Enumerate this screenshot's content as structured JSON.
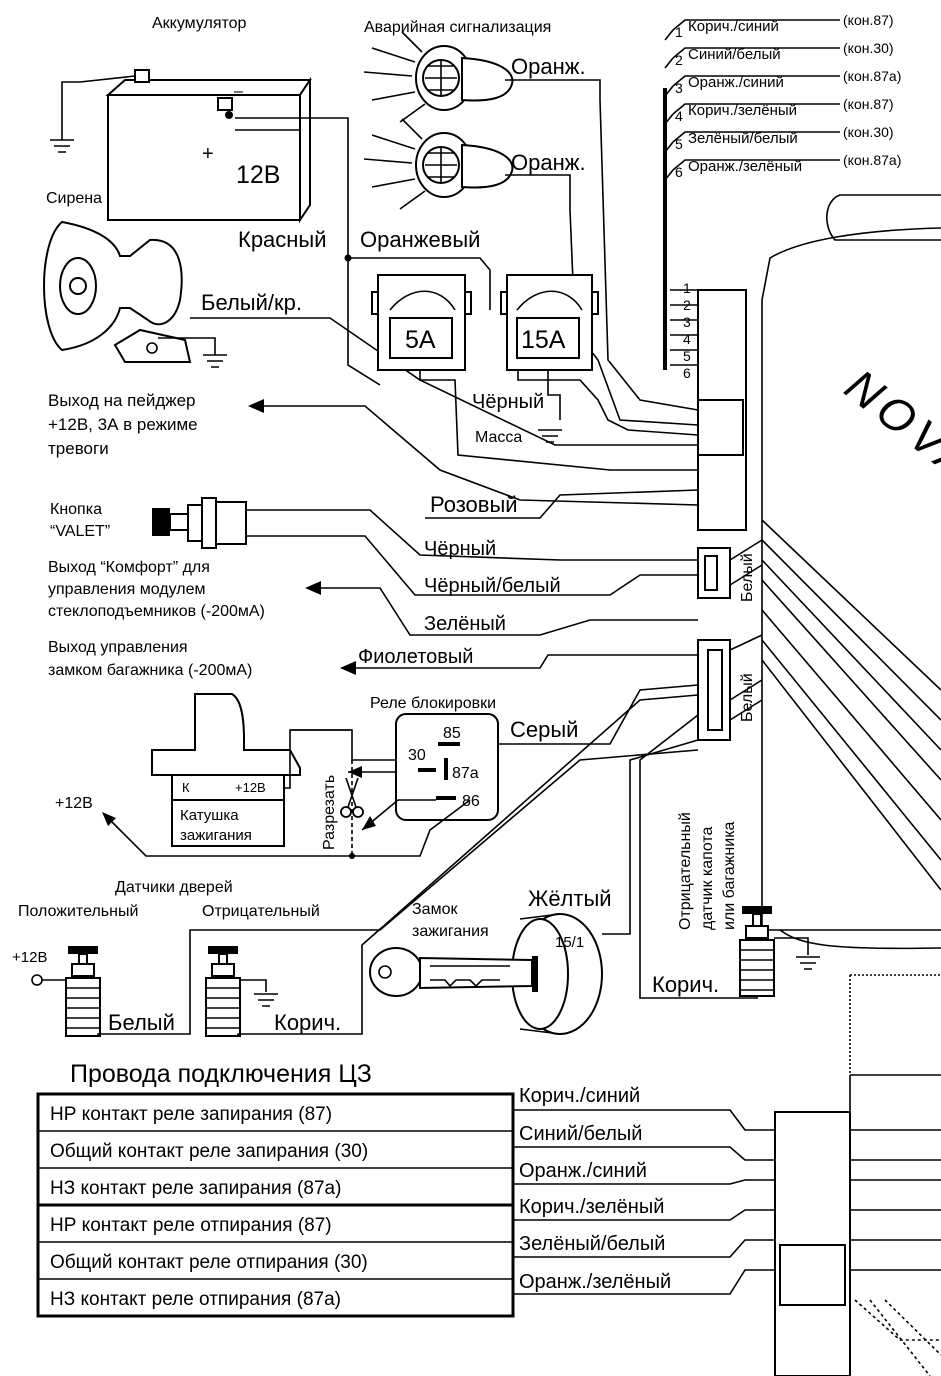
{
  "labels": {
    "battery": "Аккумулятор",
    "battery_voltage": "12В",
    "battery_plus": "+",
    "battery_minus": "–",
    "hazard": "Аварийная сигнализация",
    "hazard_wire_1": "Оранж.",
    "hazard_wire_2": "Оранж.",
    "siren": "Сирена",
    "red": "Красный",
    "orange": "Оранжевый",
    "siren_wire": "Белый/кр.",
    "fuse_5": "5A",
    "fuse_15": "15A",
    "black_main": "Чёрный",
    "ground": "Масса",
    "pager_out": [
      "Выход на пейджер",
      "+12В, 3А  в режиме",
      "тревоги"
    ],
    "pink": "Розовый",
    "valet": [
      "Кнопка",
      "“VALET”"
    ],
    "black": "Чёрный",
    "black_white": "Чёрный/белый",
    "comfort_out": [
      "Выход “Комфорт” для",
      "управления модулем",
      "стеклоподъемников (-200мА)"
    ],
    "green": "Зелёный",
    "trunk_out": [
      "Выход управления",
      "замком багажника (-200мА)"
    ],
    "violet": "Фиолетовый",
    "block_relay": "Реле блокировки",
    "gray": "Серый",
    "relay_pins": [
      "85",
      "30",
      "87a",
      "86"
    ],
    "coil_k": "К",
    "coil_12v": "+12В",
    "coil": [
      "Катушка",
      "зажигания"
    ],
    "cut": "Разрезать",
    "plus12": "+12В",
    "door_sensors": "Датчики дверей",
    "positive": "Положительный",
    "negative": "Отрицательный",
    "plus12_door": "+12В",
    "white_door": "Белый",
    "brown_door": "Корич.",
    "ign_switch": [
      "Замок",
      "зажигания"
    ],
    "yellow": "Жёлтый",
    "ign_pin": "15/1",
    "hood_sensor": [
      "Отрицательный",
      "датчик капота",
      "или багажника"
    ],
    "brown_hood": "Корич.",
    "white_conn1": "Белый",
    "white_conn2": "Белый",
    "unit_logo": "NOVA"
  },
  "cz_pins": [
    {
      "num": "1",
      "color": "Корич./синий",
      "contact": "(кон.87)"
    },
    {
      "num": "2",
      "color": "Синий/белый",
      "contact": "(кон.30)"
    },
    {
      "num": "3",
      "color": "Оранж./синий",
      "contact": "(кон.87а)"
    },
    {
      "num": "4",
      "color": "Корич./зелёный",
      "contact": "(кон.87)"
    },
    {
      "num": "5",
      "color": "Зелёный/белый",
      "contact": "(кон.30)"
    },
    {
      "num": "6",
      "color": "Оранж./зелёный",
      "contact": "(кон.87а)"
    }
  ],
  "connector_pins": [
    "1",
    "2",
    "3",
    "4",
    "5",
    "6"
  ],
  "cz_table": {
    "title": "Провода подключения ЦЗ",
    "rows": [
      {
        "desc": "НР контакт реле запирания (87)",
        "wire": "Корич./синий"
      },
      {
        "desc": "Общий контакт реле запирания (30)",
        "wire": "Синий/белый"
      },
      {
        "desc": "НЗ контакт реле запирания (87а)",
        "wire": "Оранж./синий"
      },
      {
        "desc": "НР контакт реле отпирания (87)",
        "wire": "Корич./зелёный"
      },
      {
        "desc": "Общий контакт реле отпирания (30)",
        "wire": "Зелёный/белый"
      },
      {
        "desc": "НЗ контакт реле отпирания (87а)",
        "wire": "Оранж./зелёный"
      }
    ]
  }
}
